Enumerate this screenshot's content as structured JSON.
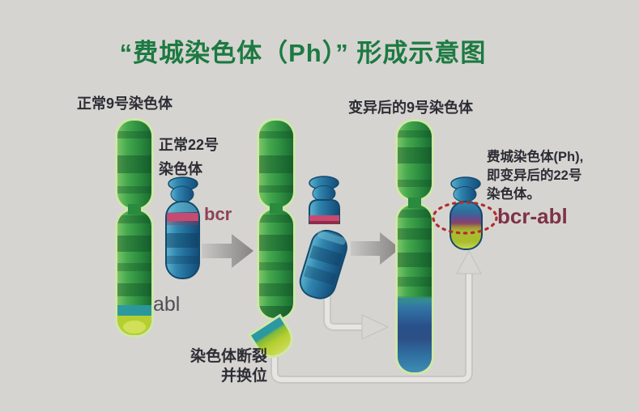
{
  "title": "“费城染色体（Ph）” 形成示意图",
  "panels": {
    "left": {
      "chr9_label": "正常9号染色体",
      "chr22_label_line1": "正常22号",
      "chr22_label_line2": "染色体",
      "bcr_gene": "bcr",
      "abl_gene": "abl"
    },
    "middle": {
      "break_label_line1": "染色体断裂",
      "break_label_line2": "并换位"
    },
    "right": {
      "chr9_label": "变异后的9号染色体",
      "ph_label_line1": "费城染色体(Ph),",
      "ph_label_line2": "即变异后的22号",
      "ph_label_line3": "染色体。",
      "fusion_gene": "bcr-abl"
    }
  },
  "colors": {
    "background": "#d6d4d1",
    "title_green": "#1c7a41",
    "label_dark": "#2d2d35",
    "chromosome_green": "#2e8f41",
    "chromosome_green_glow": "#cfe7a8",
    "chromosome_blue": "#2f84ad",
    "chromosome_blue_outline": "#124a6d",
    "bcr_band_pink": "#c84a70",
    "abl_tip_yellow": "#b6cf30",
    "teal_band": "#2b98a2",
    "gene_label_red": "#8d4258",
    "abl_label_gray": "#4f4f56",
    "solid_arrow_gray": "#8e8c8a",
    "connector_light": "#e7e5e2",
    "dotted_circle_red": "#b12d2d"
  }
}
